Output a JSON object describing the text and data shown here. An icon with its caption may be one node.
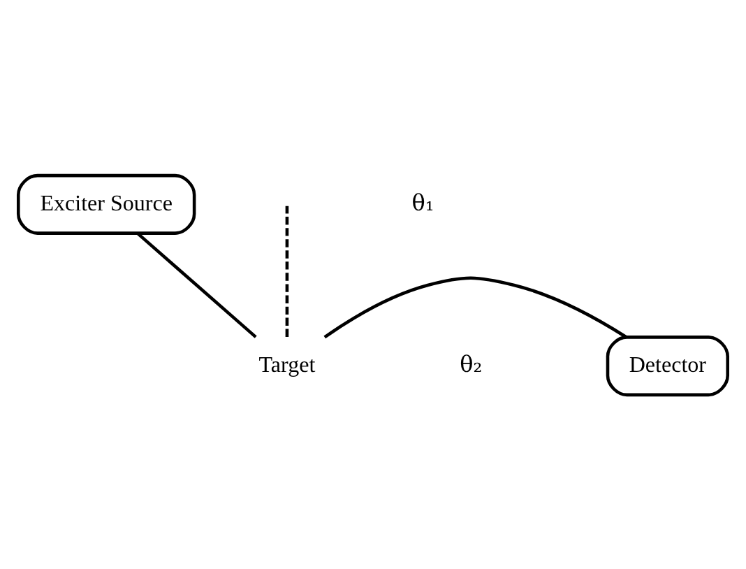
{
  "diagram": {
    "nodes": [
      {
        "text": [
          "Exciter Source"
        ]
      },
      {
        "text": [
          "Target"
        ]
      },
      {
        "text": [
          "Detector"
        ]
      }
    ],
    "edges": [
      {
        "from": 0,
        "to": 1,
        "arrow": "none"
      },
      {
        "from": 1,
        "to": null,
        "arrow": "none",
        "style": "dashed"
      },
      {
        "from": 1,
        "to": 2,
        "arrow": "none"
      }
    ],
    "labels": [
      "θ₁",
      "θ₂"
    ]
  }
}
